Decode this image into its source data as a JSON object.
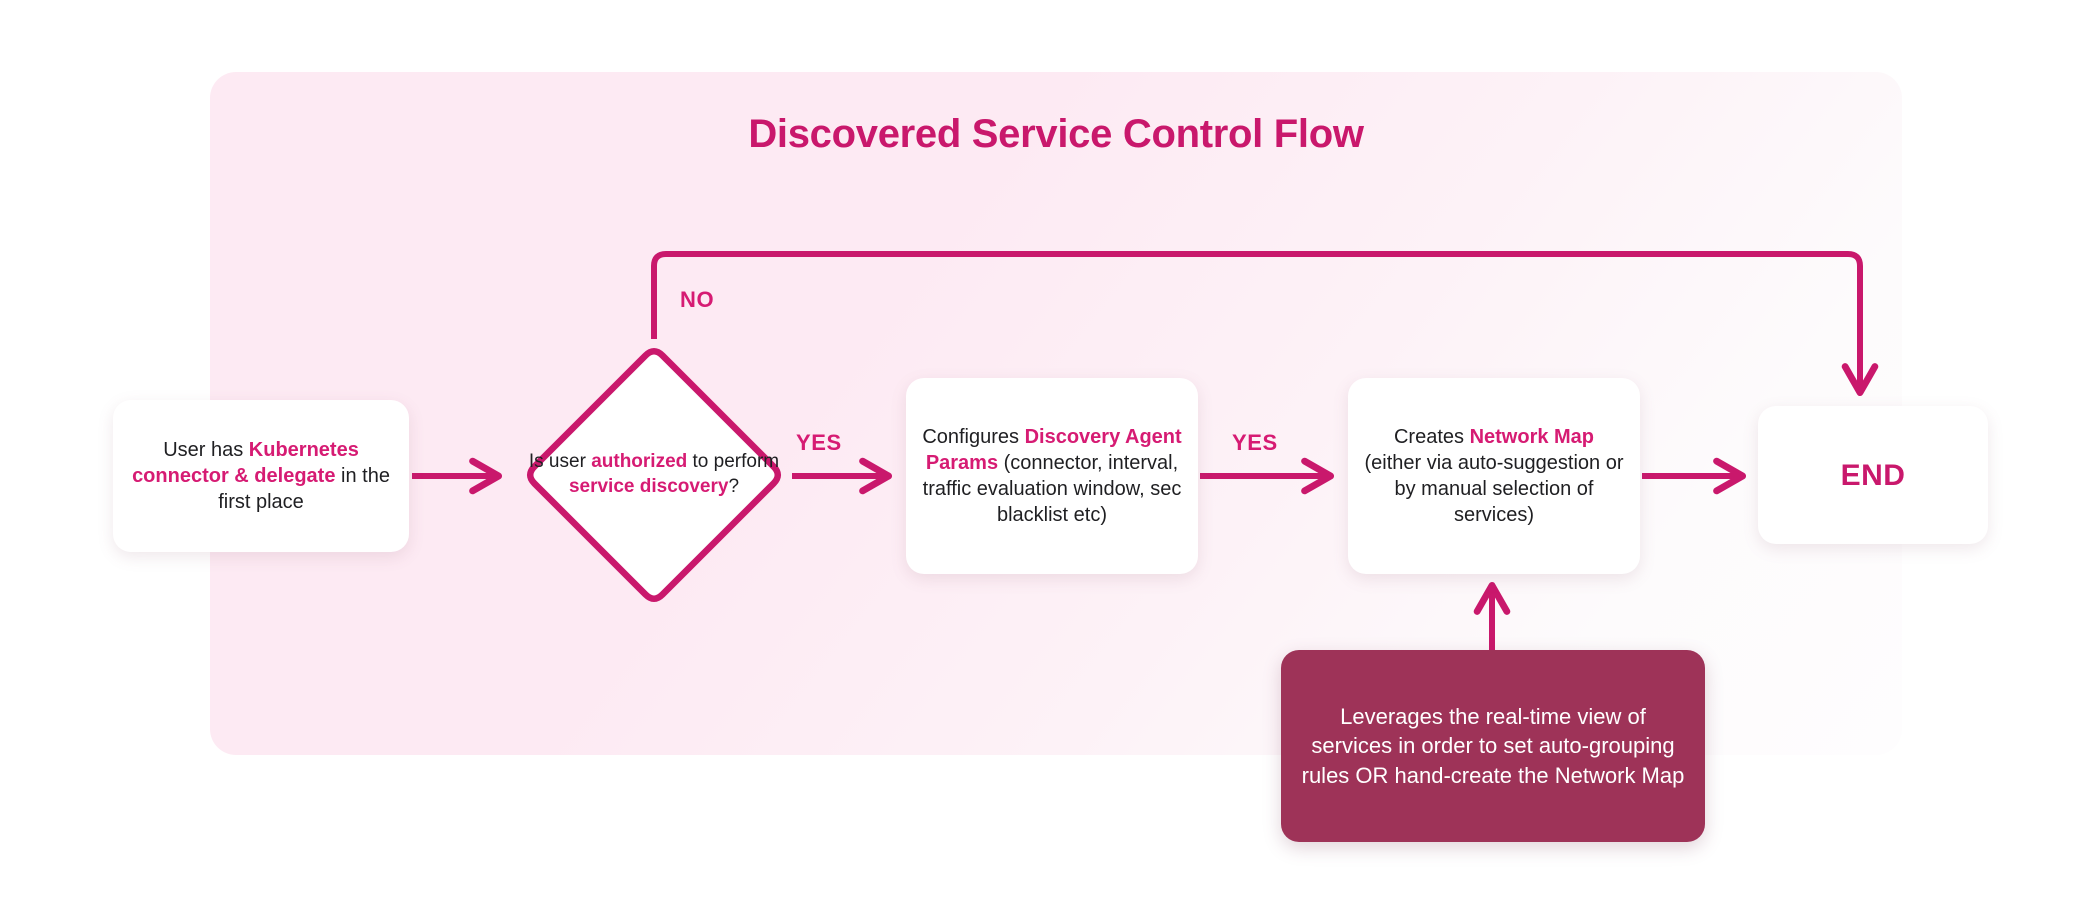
{
  "diagram": {
    "title": "Discovered Service Control Flow",
    "colors": {
      "accent": "#d61b73",
      "title": "#c9186c",
      "panel_bg": "#fdeaf3",
      "note_bg": "#9e3358",
      "node_bg": "#ffffff",
      "text": "#1f1f22"
    },
    "nodes": {
      "start": {
        "shape": "rounded-rect",
        "segments": [
          {
            "text": "User has ",
            "emphasis": false
          },
          {
            "text": "Kubernetes",
            "emphasis": true
          },
          {
            "text": " ",
            "emphasis": false
          },
          {
            "text": "connector & delegate",
            "emphasis": true
          },
          {
            "text": " in the first place",
            "emphasis": false
          }
        ],
        "plain_text": "User has Kubernetes connector & delegate in the first place"
      },
      "decision": {
        "shape": "diamond",
        "segments": [
          {
            "text": "Is user ",
            "emphasis": false
          },
          {
            "text": "authorized",
            "emphasis": true
          },
          {
            "text": " to perform ",
            "emphasis": false
          },
          {
            "text": "service discovery",
            "emphasis": true
          },
          {
            "text": "?",
            "emphasis": false
          }
        ],
        "plain_text": "Is user authorized to perform service discovery?"
      },
      "params": {
        "shape": "rounded-rect",
        "segments": [
          {
            "text": "Configures ",
            "emphasis": false
          },
          {
            "text": "Discovery Agent Params",
            "emphasis": true
          },
          {
            "text": " (connector, interval, traffic evaluation window, sec blacklist etc)",
            "emphasis": false
          }
        ],
        "plain_text": "Configures Discovery Agent Params (connector, interval, traffic evaluation window, sec blacklist etc)"
      },
      "networkmap": {
        "shape": "rounded-rect",
        "segments": [
          {
            "text": "Creates ",
            "emphasis": false
          },
          {
            "text": "Network Map",
            "emphasis": true
          },
          {
            "text": " (either via auto-suggestion or by manual selection of services)",
            "emphasis": false
          }
        ],
        "plain_text": "Creates Network Map (either via auto-suggestion or by manual selection of services)"
      },
      "end": {
        "shape": "rounded-rect",
        "label": "END"
      },
      "note": {
        "shape": "rounded-rect-filled",
        "label": "Leverages the real-time view of services in order to set auto-grouping rules OR hand-create the Network Map"
      }
    },
    "edges": [
      {
        "from": "start",
        "to": "decision",
        "label": ""
      },
      {
        "from": "decision",
        "to": "params",
        "label": "YES"
      },
      {
        "from": "params",
        "to": "networkmap",
        "label": "YES"
      },
      {
        "from": "networkmap",
        "to": "end",
        "label": ""
      },
      {
        "from": "decision",
        "to": "end",
        "label": "NO"
      },
      {
        "from": "note",
        "to": "networkmap",
        "label": ""
      }
    ],
    "edge_labels": {
      "no": "NO",
      "yes_1": "YES",
      "yes_2": "YES"
    }
  }
}
